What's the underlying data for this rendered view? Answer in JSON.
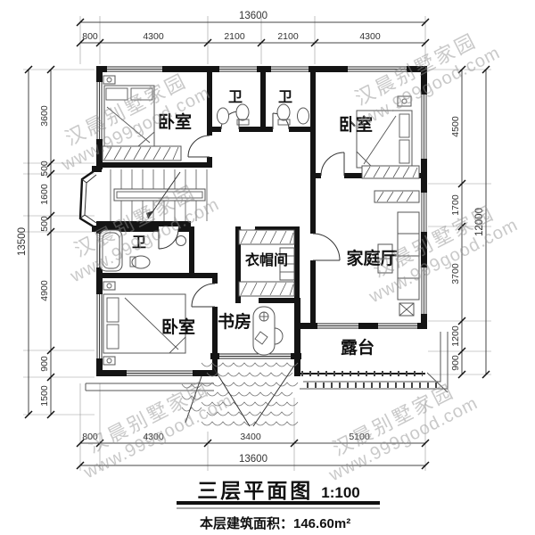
{
  "title": {
    "text": "三层平面图",
    "scale": "1:100"
  },
  "footer": {
    "area_note": "本层建筑面积：146.60m²"
  },
  "watermark": {
    "line1": "汉晨别墅家园",
    "line2": "www.999good.com"
  },
  "colors": {
    "wall": "#141414",
    "dimension": "#333333",
    "watermark": "#8f8f8f"
  },
  "rooms": {
    "bedroom_tl": "卧室",
    "bath1": "卫",
    "bath2": "卫",
    "bedroom_tr": "卧室",
    "bath_ml": "卫",
    "cloakroom": "衣帽间",
    "family_hall": "家庭厅",
    "bedroom_bl": "卧室",
    "study": "书房",
    "terrace": "露台"
  },
  "dimensions": {
    "top": {
      "total": "13600",
      "segments": [
        "800",
        "4300",
        "2100",
        "2100",
        "4300"
      ]
    },
    "left": {
      "total": "13500",
      "segments": [
        "3600",
        "500",
        "1600",
        "500",
        "4900",
        "900",
        "1500"
      ]
    },
    "right": {
      "total": "12000",
      "segments": [
        "4500",
        "1700",
        "3700",
        "1200",
        "900"
      ]
    },
    "bottom": {
      "total": "13600",
      "segments": [
        "800",
        "4300",
        "3400",
        "5100"
      ]
    }
  }
}
